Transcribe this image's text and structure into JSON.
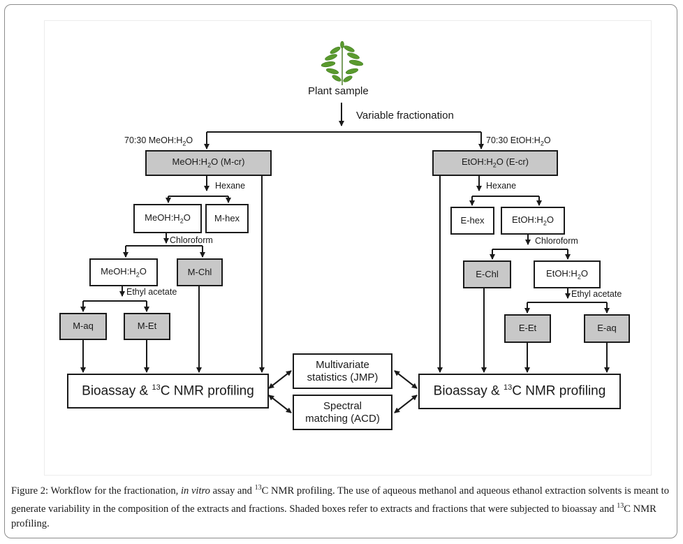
{
  "diagram": {
    "plant_label": "Plant sample",
    "variable_fractionation": "Variable fractionation",
    "left": {
      "solvent_prefix": "70:30 MeOH:H",
      "solvent_sub": "2",
      "solvent_suffix": "O",
      "crude_prefix": "MeOH:H",
      "crude_sub": "2",
      "crude_suffix": "O (M-cr)",
      "hexane": "Hexane",
      "meoh1_prefix": "MeOH:H",
      "meoh1_sub": "2",
      "meoh1_suffix": "O",
      "m_hex": "M-hex",
      "chloroform": "Chloroform",
      "meoh2_prefix": "MeOH:H",
      "meoh2_sub": "2",
      "meoh2_suffix": "O",
      "m_chl": "M-Chl",
      "ethyl_acetate": "Ethyl acetate",
      "m_aq": "M-aq",
      "m_et": "M-Et",
      "bioassay_prefix": "Bioassay & ",
      "bioassay_sup": "13",
      "bioassay_suffix": "C NMR profiling"
    },
    "right": {
      "solvent_prefix": "70:30 EtOH:H",
      "solvent_sub": "2",
      "solvent_suffix": "O",
      "crude_prefix": "EtOH:H",
      "crude_sub": "2",
      "crude_suffix": "O (E-cr)",
      "hexane": "Hexane",
      "e_hex": "E-hex",
      "etoh1_prefix": "EtOH:H",
      "etoh1_sub": "2",
      "etoh1_suffix": "O",
      "chloroform": "Chloroform",
      "e_chl": "E-Chl",
      "etoh2_prefix": "EtOH:H",
      "etoh2_sub": "2",
      "etoh2_suffix": "O",
      "ethyl_acetate": "Ethyl acetate",
      "e_et": "E-Et",
      "e_aq": "E-aq",
      "bioassay_prefix": "Bioassay & ",
      "bioassay_sup": "13",
      "bioassay_suffix": "C NMR profiling"
    },
    "center": {
      "multivariate_line1": "Multivariate",
      "multivariate_line2": "statistics (JMP)",
      "spectral_line1": "Spectral",
      "spectral_line2": "matching (ACD)"
    }
  },
  "caption": {
    "label": "Figure 2:",
    "text1": " Workflow for the fractionation, ",
    "italic": "in vitro",
    "text2": " assay and ",
    "sup": "13",
    "text3": "C NMR profiling. The use of aqueous methanol and aqueous ethanol extraction solvents is meant to generate variability in the composition of the extracts and fractions. Shaded boxes refer to extracts and fractions that were subjected to bioassay and ",
    "sup2": "13",
    "text4": "C NMR profiling."
  },
  "colors": {
    "shaded": "#c8c8c8",
    "stroke": "#1a1a1a",
    "plant_green": "#5a9a2e"
  }
}
